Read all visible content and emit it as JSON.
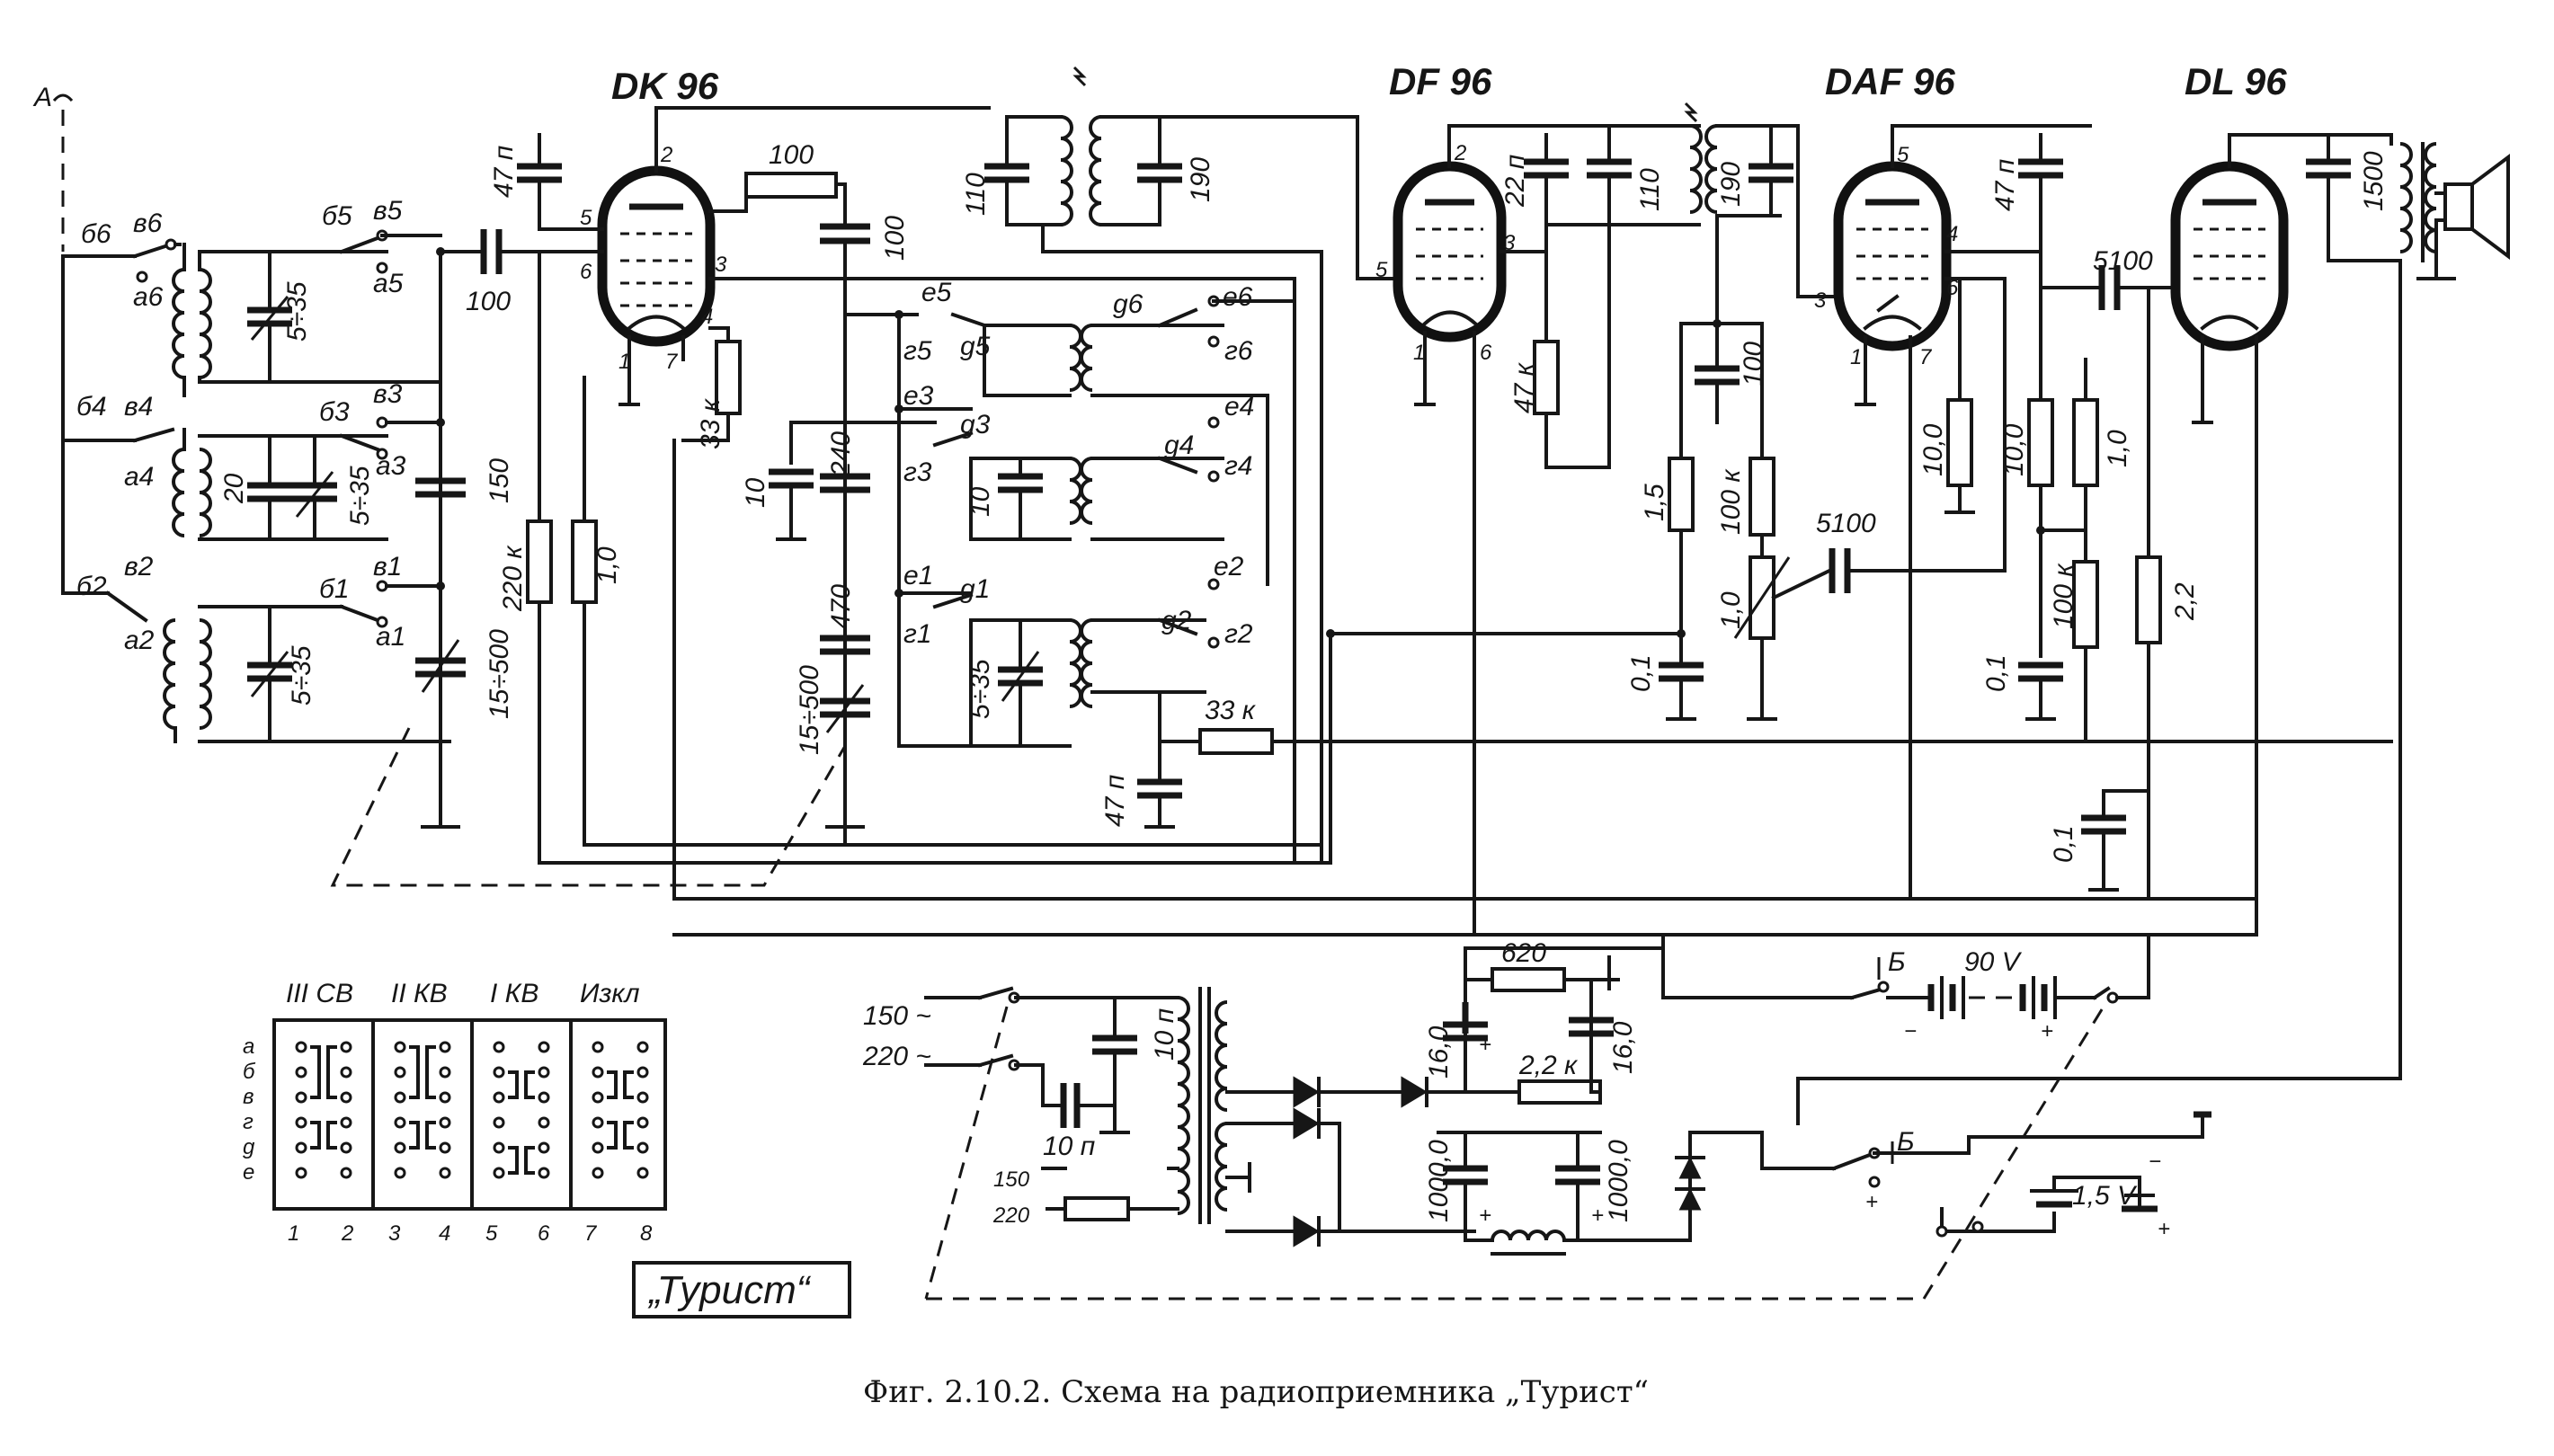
{
  "tubes": {
    "dk96": "DK 96",
    "df96": "DF 96",
    "daf96": "DAF 96",
    "dl96": "DL 96"
  },
  "antenna_label": "A",
  "pins": {
    "p1": "1",
    "p2": "2",
    "p3": "3",
    "p4": "4",
    "p5": "5",
    "p6": "6",
    "p7": "7"
  },
  "components": {
    "r_100": "100",
    "c_47n": "47 п",
    "c_100_coup": "100",
    "c_100": "100",
    "c_110a": "110",
    "c_190a": "190",
    "r_33k_a": "33 к",
    "c_150": "150",
    "c_15_500_a": "15÷500",
    "r_220k": "220 к",
    "r_1_0_a": "1,0",
    "c_20": "20",
    "trim_5_35_a": "5÷35",
    "trim_5_35_b": "5÷35",
    "trim_5_35_c": "5÷35",
    "trim_5_35_d": "5÷35",
    "c_10": "10",
    "c_240": "240",
    "c_10b": "10",
    "c_470": "470",
    "c_15_500_b": "15÷500",
    "c_47n_b": "47 п",
    "r_33k_b": "33 к",
    "c_22n": "22 п",
    "c_110b": "110",
    "c_190b": "190",
    "r_47k": "47 к",
    "c_100b": "100",
    "r_1_5": "1,5",
    "c_0_1a": "0,1",
    "r_100k_a": "100 к",
    "pot_1_0": "1,0",
    "c_5100a": "5100",
    "c_47n_c": "47 п",
    "r_10_0a": "10,0",
    "r_10_0b": "10,0",
    "r_1_0_b": "1,0",
    "c_0_1b": "0,1",
    "r_100k_b": "100 к",
    "c_5100b": "5100",
    "r_2_2": "2,2",
    "c_0_1c": "0,1",
    "c_1500": "1500",
    "r_620": "620",
    "c_16_a": "16,0",
    "c_16_b": "16,0",
    "r_2_2k": "2,2 к",
    "c_10n_a": "10 п",
    "c_10n_b": "10 п",
    "c_1000_a": "1000,0",
    "c_1000_b": "1000,0",
    "mains_150": "150 ~",
    "mains_220": "220 ~",
    "tap_150": "150",
    "tap_220": "220",
    "bat_b1": "Б",
    "bat_90v": "90 V",
    "bat_b2": "Б",
    "bat_1_5v": "1,5 V",
    "plus": "+",
    "minus": "−"
  },
  "switch_labels": {
    "b6": "б6",
    "v6": "в6",
    "a6": "а6",
    "b5": "б5",
    "v5": "в5",
    "a5": "а5",
    "b4": "б4",
    "v4": "в4",
    "a4": "а4",
    "b3": "б3",
    "v3": "в3",
    "a3": "а3",
    "b2": "б2",
    "v2": "в2",
    "a2": "а2",
    "b1": "б1",
    "v1": "в1",
    "a1": "а1",
    "e6": "е6",
    "g6": "g6",
    "z6": "г6",
    "e5": "е5",
    "g5": "g5",
    "z5": "г5",
    "e4": "е4",
    "g4": "g4",
    "z4": "г4",
    "e3": "е3",
    "g3": "g3",
    "z3": "г3",
    "e2": "е2",
    "g2": "g2",
    "z2": "г2",
    "e1": "е1",
    "g1": "g1",
    "z1": "г1"
  },
  "switch_table": {
    "headers": [
      "III СВ",
      "II КВ",
      "I КВ",
      "Изкл"
    ],
    "row_letters": [
      "а",
      "б",
      "в",
      "г",
      "g",
      "е"
    ],
    "col_numbers": [
      "1",
      "2",
      "3",
      "4",
      "5",
      "6",
      "7",
      "8"
    ]
  },
  "title_box": "„Турист“",
  "caption": "Фиг. 2.10.2. Схема на радиоприемника „Турист“"
}
